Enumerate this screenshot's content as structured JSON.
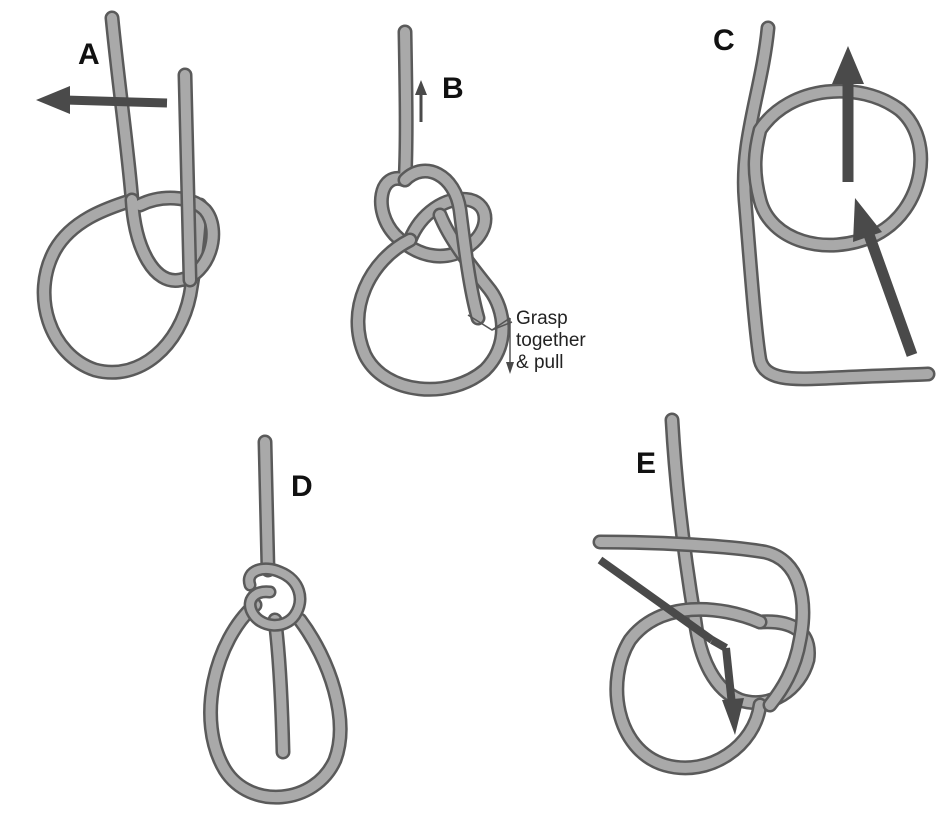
{
  "panels": [
    {
      "label": "A"
    },
    {
      "label": "B",
      "note_lines": [
        "Grasp",
        "together",
        "& pull"
      ]
    },
    {
      "label": "C"
    },
    {
      "label": "D"
    },
    {
      "label": "E"
    }
  ],
  "colors": {
    "rope": "#a9a9a9",
    "rope_edge": "#5a5a5a",
    "arrow": "#4a4a4a",
    "background": "#ffffff"
  },
  "icons": [
    "rope-illustration",
    "direction-arrow"
  ]
}
